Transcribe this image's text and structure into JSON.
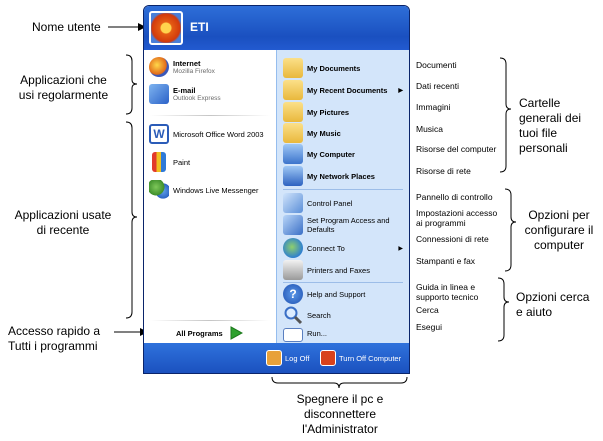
{
  "annotations": {
    "user_name_label": "Nome utente",
    "regular_apps_line1": "Applicazioni che",
    "regular_apps_line2": "usi regolarmente",
    "recent_apps_line1": "Applicazioni usate",
    "recent_apps_line2": "di recente",
    "all_programs_line1": "Accesso rapido a",
    "all_programs_line2": "Tutti i programmi",
    "folders_line1": "Cartelle",
    "folders_line2": "generali dei",
    "folders_line3": "tuoi file",
    "folders_line4": "personali",
    "config_line1": "Opzioni per",
    "config_line2": "configurare il",
    "config_line3": "computer",
    "search_line1": "Opzioni cerca",
    "search_line2": "e aiuto",
    "shutdown_line1": "Spegnere il pc e",
    "shutdown_line2": "disconnettere",
    "shutdown_line3": "l'Administrator"
  },
  "translations": {
    "documents": "Documenti",
    "recent": "Dati recenti",
    "pictures": "Immagini",
    "music": "Musica",
    "computer": "Risorse del computer",
    "network": "Risorse di rete",
    "control_panel": "Pannello di controllo",
    "program_access_1": "Impostazioni accesso",
    "program_access_2": "ai programmi",
    "connect": "Connessioni di rete",
    "printers": "Stampanti e fax",
    "help_1": "Guida in linea e",
    "help_2": "supporto tecnico",
    "search": "Cerca",
    "run": "Esegui"
  },
  "menu": {
    "username": "ETI",
    "pinned": [
      {
        "title": "Internet",
        "subtitle": "Mozilla Firefox",
        "icon": "firefox-icon"
      },
      {
        "title": "E-mail",
        "subtitle": "Outlook Express",
        "icon": "outlook-express-icon"
      }
    ],
    "recent": [
      {
        "label": "Microsoft Office Word 2003",
        "icon": "word-icon"
      },
      {
        "label": "Paint",
        "icon": "paint-icon"
      },
      {
        "label": "Windows Live Messenger",
        "icon": "messenger-icon"
      }
    ],
    "all_programs": "All Programs",
    "places": [
      {
        "label": "My Documents",
        "icon": "folder-documents-icon"
      },
      {
        "label": "My Recent Documents",
        "icon": "recent-documents-icon"
      },
      {
        "label": "My Pictures",
        "icon": "folder-pictures-icon"
      },
      {
        "label": "My Music",
        "icon": "folder-music-icon"
      },
      {
        "label": "My Computer",
        "icon": "computer-icon"
      },
      {
        "label": "My Network Places",
        "icon": "network-icon"
      }
    ],
    "config": [
      {
        "label": "Control Panel",
        "icon": "control-panel-icon"
      },
      {
        "label": "Set Program Access and",
        "label2": "Defaults",
        "icon": "program-access-icon"
      },
      {
        "label": "Connect To",
        "icon": "connect-icon"
      },
      {
        "label": "Printers and Faxes",
        "icon": "printer-icon"
      }
    ],
    "tools": [
      {
        "label": "Help and Support",
        "icon": "help-icon"
      },
      {
        "label": "Search",
        "icon": "search-icon"
      },
      {
        "label": "Run...",
        "icon": "run-icon"
      }
    ],
    "log_off": "Log Off",
    "turn_off": "Turn Off Computer"
  },
  "colors": {
    "header_blue": "#2e6ed8",
    "right_column": "#d3e5fa",
    "all_programs_arrow": "#2ea12e",
    "log_off_icon": "#e8a13a",
    "turn_off_icon": "#d8421c"
  }
}
